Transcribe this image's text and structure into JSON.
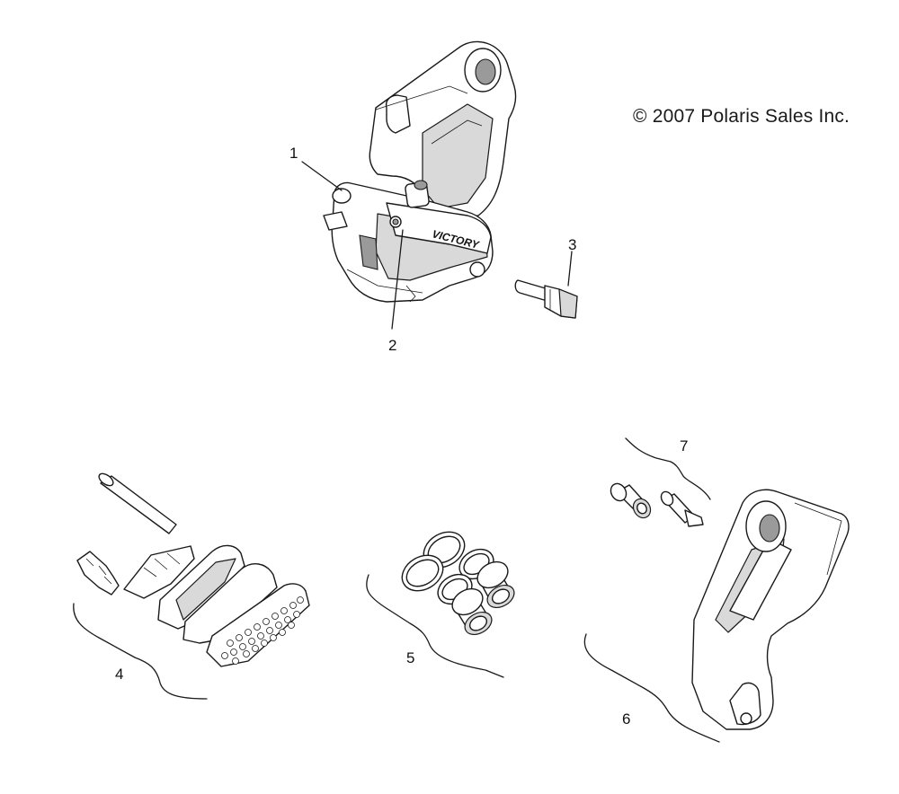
{
  "copyright": "© 2007 Polaris Sales Inc.",
  "caliper_brand": "VICTORY",
  "callouts": [
    {
      "id": "1",
      "label": "1"
    },
    {
      "id": "2",
      "label": "2"
    },
    {
      "id": "3",
      "label": "3"
    },
    {
      "id": "4",
      "label": "4"
    },
    {
      "id": "5",
      "label": "5"
    },
    {
      "id": "6",
      "label": "6"
    },
    {
      "id": "7",
      "label": "7"
    }
  ],
  "colors": {
    "line": "#1a1a1a",
    "shade": "#d9d9d9",
    "background": "#ffffff"
  }
}
